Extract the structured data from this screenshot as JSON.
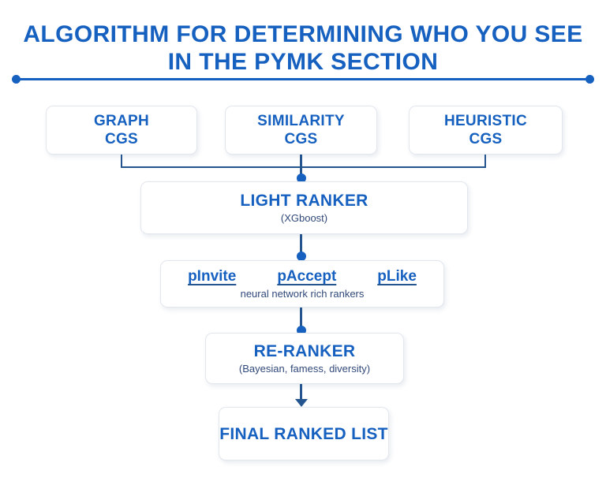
{
  "title": {
    "line1": "ALGORITHM FOR DETERMINING WHO YOU SEE",
    "line2": "IN THE PYMK SECTION"
  },
  "colors": {
    "primary": "#1660C0",
    "line": "#24558F",
    "subtitle": "#31497A",
    "box_border": "#E2E7EE",
    "background": "#FFFFFF"
  },
  "nodes": {
    "cgs": [
      {
        "line1": "GRAPH",
        "line2": "CGS"
      },
      {
        "line1": "SIMILARITY",
        "line2": "CGS"
      },
      {
        "line1": "HEURISTIC",
        "line2": "CGS"
      }
    ],
    "light_ranker": {
      "title": "LIGHT RANKER",
      "subtitle": "(XGboost)"
    },
    "rich_rankers": {
      "items": [
        "pInvite",
        "pAccept",
        "pLike"
      ],
      "subtitle": "neural network rich rankers"
    },
    "re_ranker": {
      "title": "RE-RANKER",
      "subtitle": "(Bayesian, famess, diversity)"
    },
    "final_list": {
      "title": "FINAL RANKED LIST"
    }
  }
}
